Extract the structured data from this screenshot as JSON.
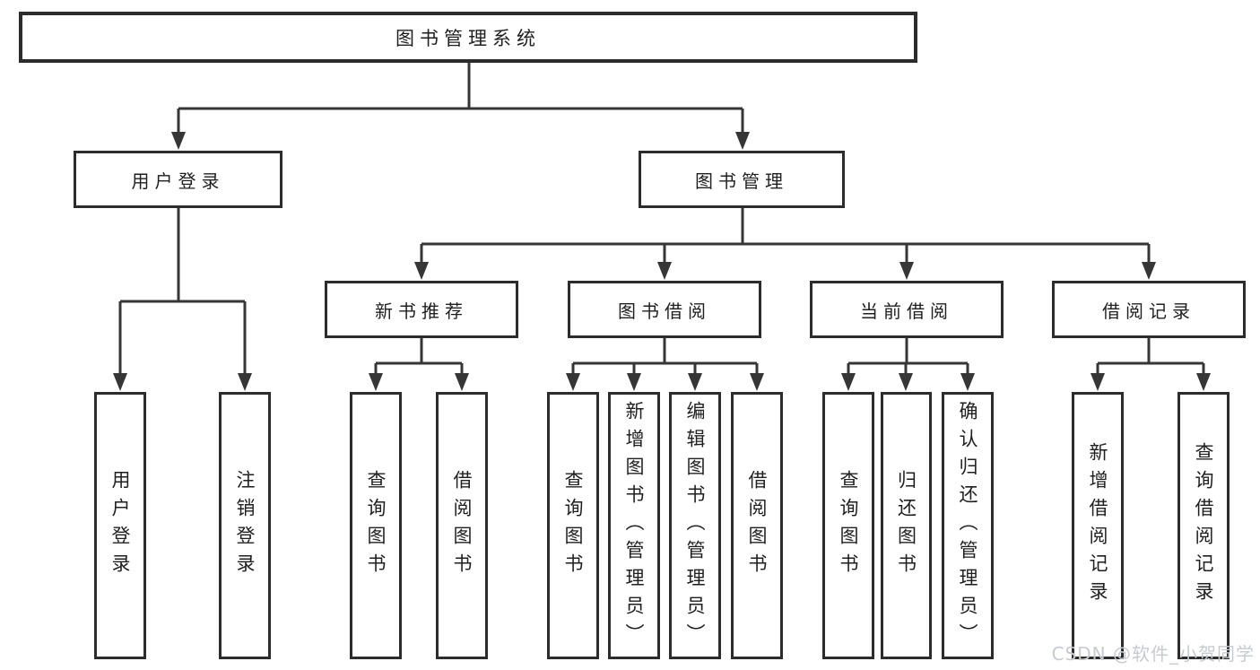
{
  "tree": {
    "label": "图书管理系统",
    "children": [
      {
        "label": "用户登录",
        "children": [
          {
            "label": "用户登录"
          },
          {
            "label": "注销登录"
          }
        ]
      },
      {
        "label": "图书管理",
        "children": [
          {
            "label": "新书推荐",
            "children": [
              {
                "label": "查询图书"
              },
              {
                "label": "借阅图书"
              }
            ]
          },
          {
            "label": "图书借阅",
            "children": [
              {
                "label": "查询图书"
              },
              {
                "label": "新增图书（管理员）"
              },
              {
                "label": "编辑图书（管理员）"
              },
              {
                "label": "借阅图书"
              }
            ]
          },
          {
            "label": "当前借阅",
            "children": [
              {
                "label": "查询图书"
              },
              {
                "label": "归还图书"
              },
              {
                "label": "确认归还（管理员）"
              }
            ]
          },
          {
            "label": "借阅记录",
            "children": [
              {
                "label": "新增借阅记录"
              },
              {
                "label": "查询借阅记录"
              }
            ]
          }
        ]
      }
    ]
  },
  "watermark": {
    "text": "CSDN @软件_小贺同学"
  },
  "colors": {
    "line": "#363636",
    "border": "#2c2c2c",
    "text": "#1f1f1f",
    "watermark": "#c7cad0"
  }
}
